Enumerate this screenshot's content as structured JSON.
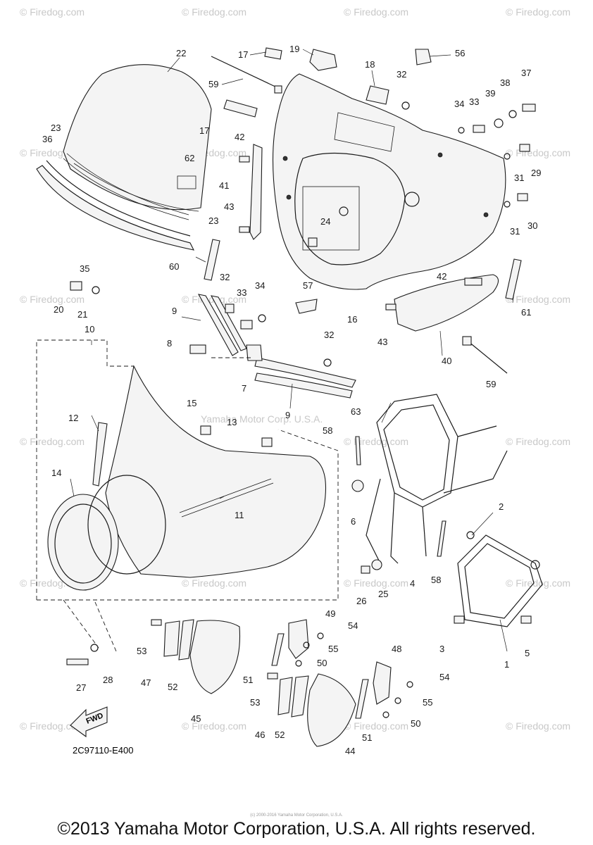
{
  "watermark": "© Firedog.com",
  "center_watermark": "Yamaha Motor Corp. U.S.A.",
  "diagram_code": "2C97110-E400",
  "fwd_label": "FWD",
  "tiny_note": "(c) 2000-2016 Yamaha Motor Corporation, U.S.A.",
  "copyright": "©2013 Yamaha Motor Corporation, U.S.A. All rights reserved.",
  "callouts": [
    "1",
    "2",
    "3",
    "4",
    "5",
    "6",
    "7",
    "8",
    "9",
    "9",
    "10",
    "11",
    "12",
    "13",
    "14",
    "15",
    "16",
    "17",
    "17",
    "18",
    "19",
    "20",
    "21",
    "22",
    "23",
    "23",
    "24",
    "25",
    "26",
    "27",
    "28",
    "29",
    "30",
    "31",
    "31",
    "32",
    "32",
    "32",
    "33",
    "33",
    "34",
    "34",
    "35",
    "36",
    "37",
    "38",
    "39",
    "40",
    "41",
    "42",
    "42",
    "43",
    "43",
    "44",
    "45",
    "46",
    "47",
    "48",
    "49",
    "50",
    "50",
    "51",
    "51",
    "52",
    "52",
    "53",
    "53",
    "54",
    "54",
    "55",
    "55",
    "56",
    "57",
    "58",
    "58",
    "59",
    "59",
    "60",
    "61",
    "62",
    "63"
  ]
}
